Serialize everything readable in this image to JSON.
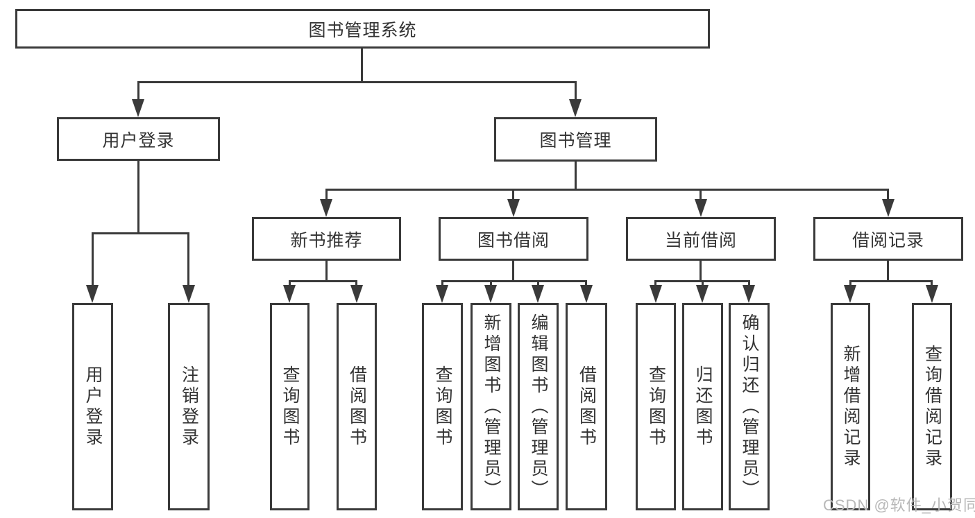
{
  "page": {
    "watermark": "CSDN @软件_小贺同学"
  },
  "colors": {
    "line": "#3a3a3a",
    "text": "#333333",
    "box_background": "#ffffff",
    "watermark_text": "#b8b8b8"
  },
  "tree": {
    "root": {
      "label": "图书管理系统"
    },
    "level2": [
      {
        "id": "user-login",
        "label": "用户登录"
      },
      {
        "id": "book-management",
        "label": "图书管理"
      }
    ],
    "level3": [
      {
        "id": "new-book-recommend",
        "parent": "图书管理",
        "label": "新书推荐"
      },
      {
        "id": "book-borrow",
        "parent": "图书管理",
        "label": "图书借阅"
      },
      {
        "id": "current-borrow",
        "parent": "图书管理",
        "label": "当前借阅"
      },
      {
        "id": "borrow-records",
        "parent": "图书管理",
        "label": "借阅记录"
      }
    ],
    "leaves": [
      {
        "group": "用户登录",
        "label": "用户登录"
      },
      {
        "group": "用户登录",
        "label": "注销登录"
      },
      {
        "group": "新书推荐",
        "label": "查询图书"
      },
      {
        "group": "新书推荐",
        "label": "借阅图书"
      },
      {
        "group": "图书借阅",
        "label": "查询图书"
      },
      {
        "group": "图书借阅",
        "label": "新增图书（管理员）"
      },
      {
        "group": "图书借阅",
        "label": "编辑图书（管理员）"
      },
      {
        "group": "图书借阅",
        "label": "借阅图书"
      },
      {
        "group": "当前借阅",
        "label": "查询图书"
      },
      {
        "group": "当前借阅",
        "label": "归还图书"
      },
      {
        "group": "当前借阅",
        "label": "确认归还（管理员）"
      },
      {
        "group": "借阅记录",
        "label": "新增借阅记录"
      },
      {
        "group": "借阅记录",
        "label": "查询借阅记录"
      }
    ]
  }
}
